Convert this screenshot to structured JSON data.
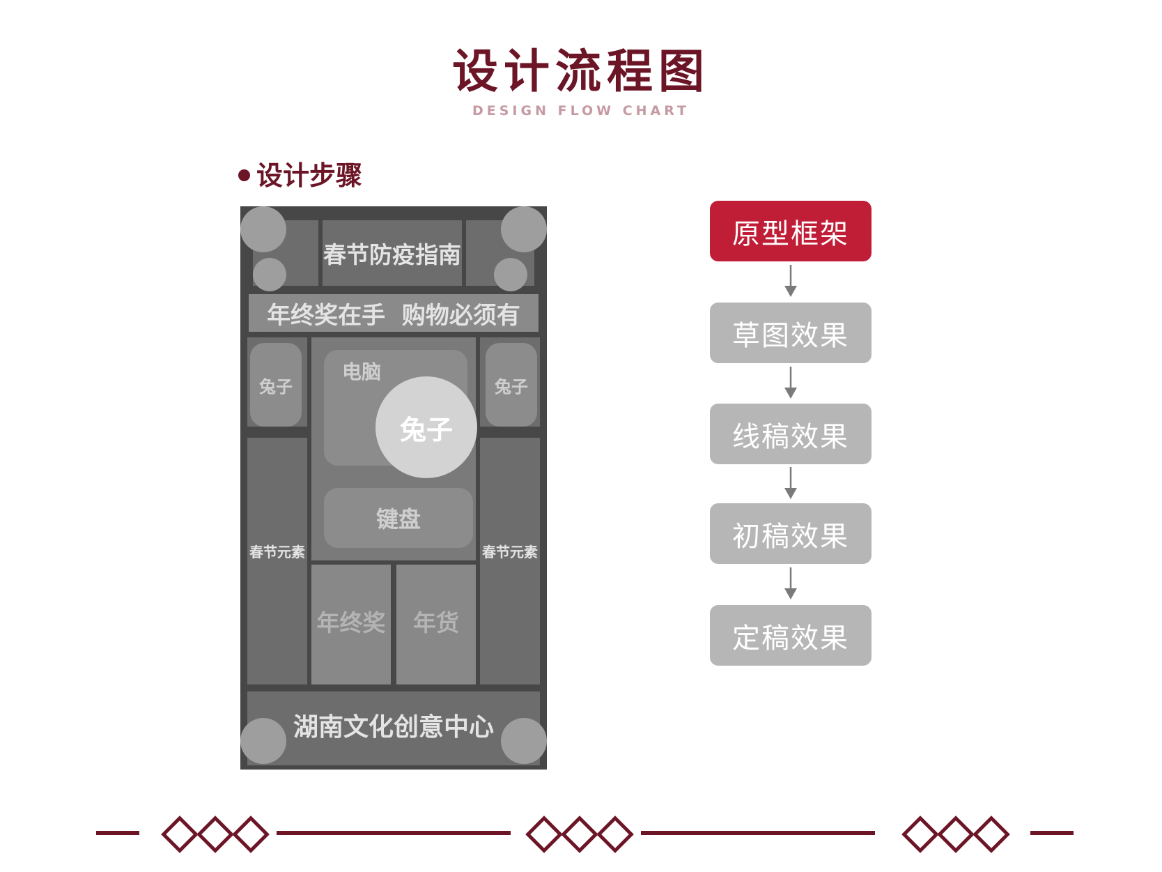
{
  "header": {
    "title": "设计流程图",
    "subtitle": "DESIGN FLOW CHART"
  },
  "section": {
    "title": "设计步骤"
  },
  "wireframe": {
    "top_banner": "春节防疫指南",
    "slogan": "年终奖在手  购物必须有",
    "left_tag": "兔子",
    "right_tag": "兔子",
    "computer": "电脑",
    "center_circle": "兔子",
    "keyboard": "键盘",
    "left_column": "春节元素",
    "right_column": "春节元素",
    "bottom_left": "年终奖",
    "bottom_right": "年货",
    "footer_banner": "湖南文化创意中心"
  },
  "steps": [
    {
      "label": "原型框架",
      "active": true
    },
    {
      "label": "草图效果",
      "active": false
    },
    {
      "label": "线稿效果",
      "active": false
    },
    {
      "label": "初稿效果",
      "active": false
    },
    {
      "label": "定稿效果",
      "active": false
    }
  ],
  "colors": {
    "brand": "#6b1526",
    "active_step": "#c01d36",
    "inactive_step": "#b6b6b6",
    "subtitle": "#c59aa3"
  }
}
